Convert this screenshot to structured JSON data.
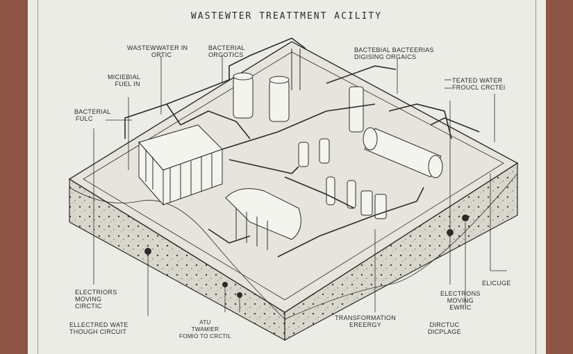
{
  "title": "WASTEWTER TREATTMENT ACILITY",
  "labels": {
    "wastewater_in": [
      "WASTEWWATER IN",
      "ORTIC"
    ],
    "bacterial_orgotics": [
      "BACTERIAL",
      "ORGOTICS"
    ],
    "bacterial_bacterias": [
      "BACTEBIAL BACTEERIAS",
      "DIGISING ORGAICS"
    ],
    "treated_water": [
      "TEATED WATER",
      "FROUCL CRCTEI"
    ],
    "microbial_fuel": [
      "MICIEBIAL",
      "FUEL IN"
    ],
    "bacterial_fulc": [
      "BACTERIAL",
      "FULC"
    ],
    "electrons_left": [
      "ELECTRIORS",
      "MOVING",
      "CIRCTIC"
    ],
    "electred_wate": [
      "ELLECTRED WATE",
      "THOUGH CIRCUIT"
    ],
    "atu_twamer": [
      "ATU",
      "TWAMIER",
      "FOMIO TO CRCTIL"
    ],
    "transformation": [
      "TRANSFORMATION",
      "EREERGY"
    ],
    "electrons_right": [
      "ELECTRONS",
      "MOVING",
      "EWRIC"
    ],
    "elicuge": [
      "ELICUGE"
    ],
    "dirctuc": [
      "DIRCTUC",
      "DICPLAGE"
    ]
  },
  "colors": {
    "background": "#8e5546",
    "panel": "#ecece6",
    "ink": "#2a2a2a",
    "soil": "#d9d6cc"
  }
}
